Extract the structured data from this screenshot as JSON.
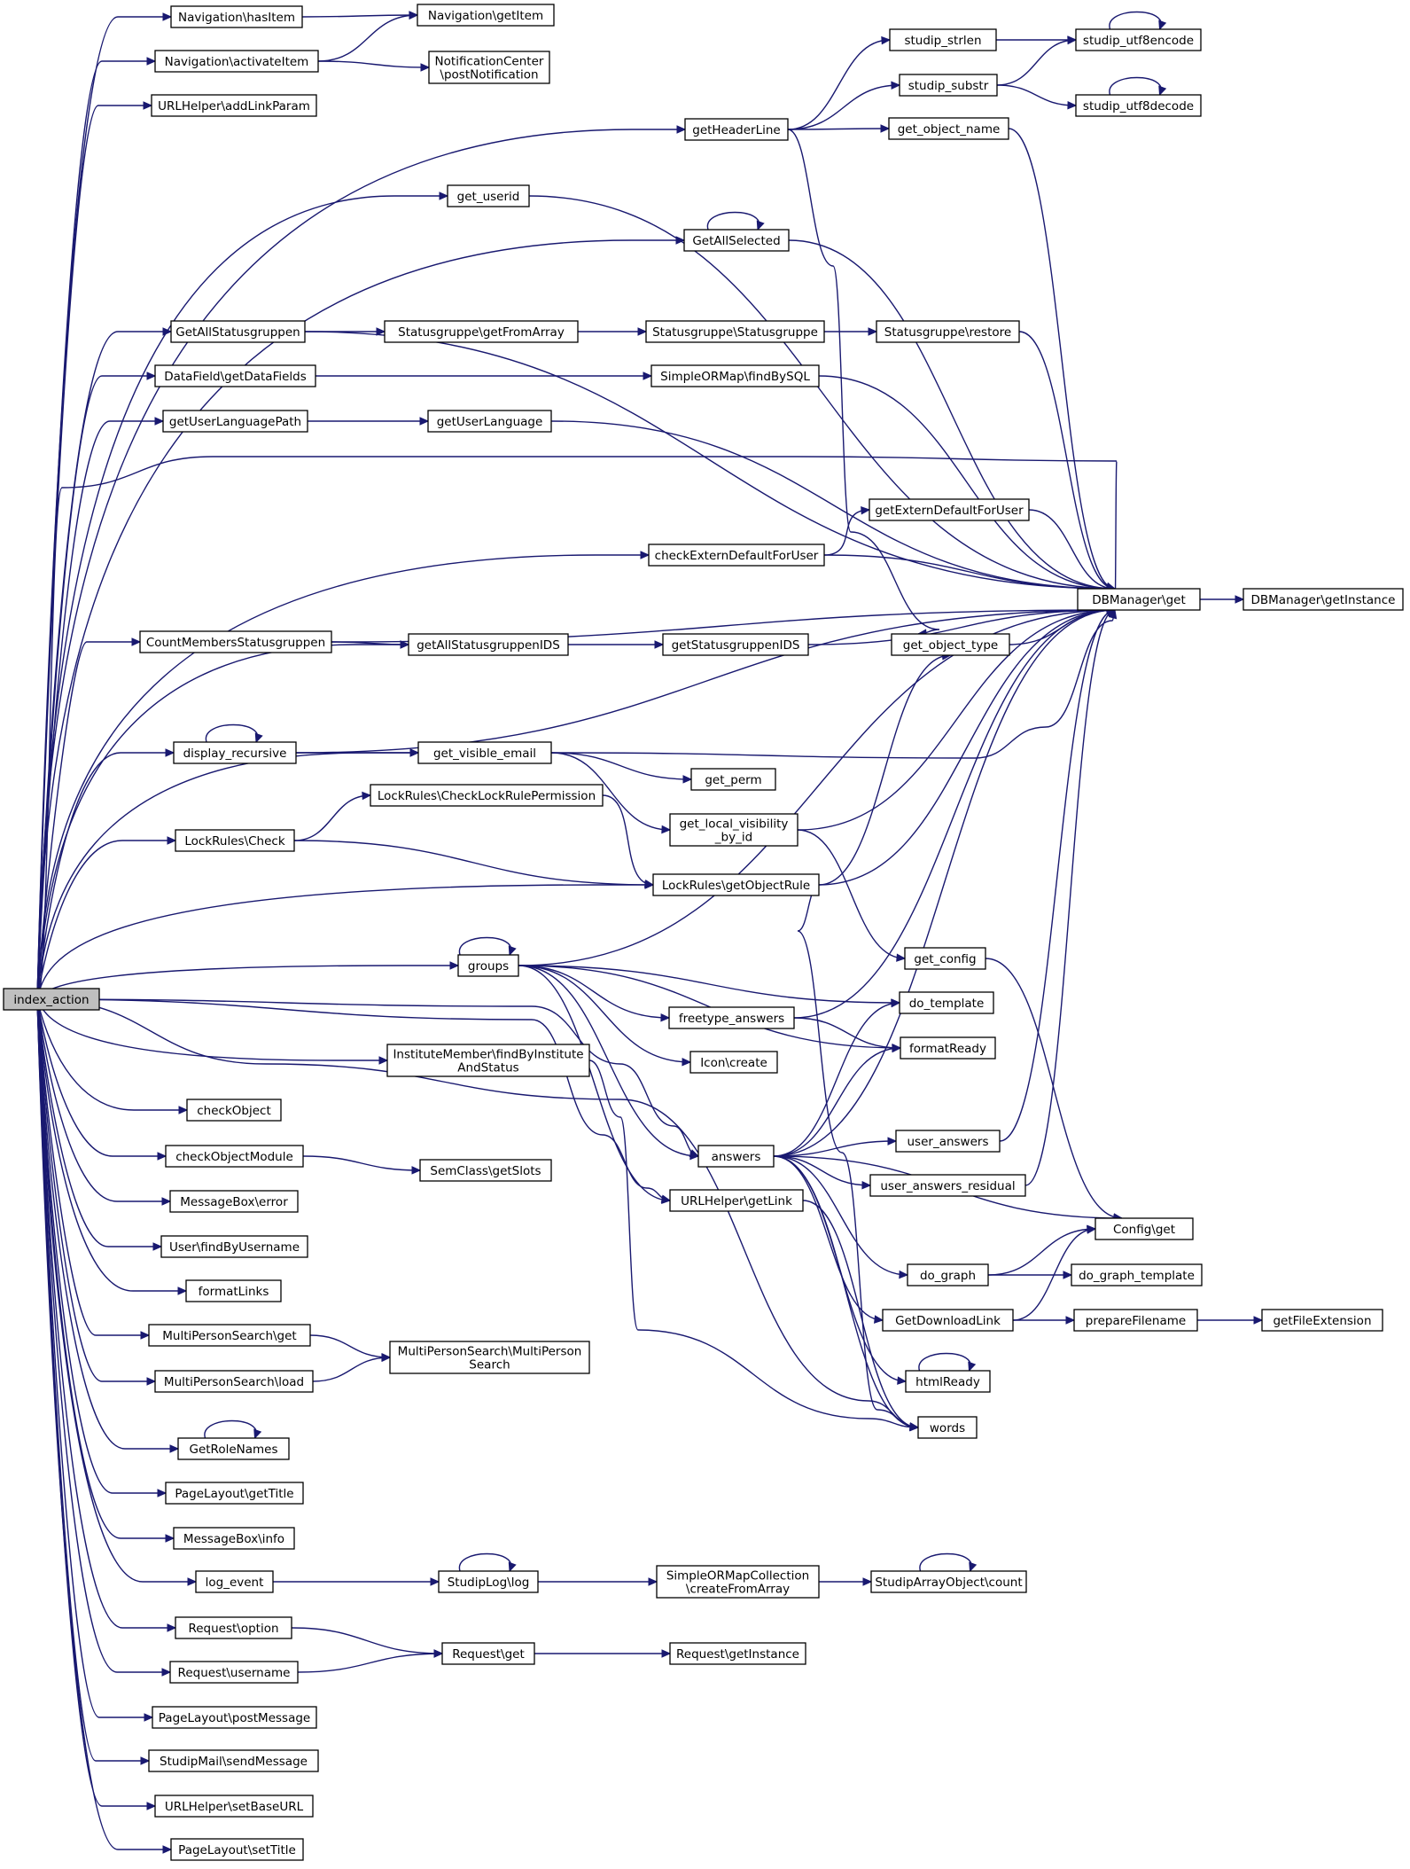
{
  "graph": {
    "root": "index_action",
    "nodes": {
      "index_action": "index_action",
      "nav_hasItem": "Navigation\\hasItem",
      "nav_getItem": "Navigation\\getItem",
      "nav_activateItem": "Navigation\\activateItem",
      "notif_post": [
        "NotificationCenter",
        "\\postNotification"
      ],
      "url_addLinkParam": "URLHelper\\addLinkParam",
      "getHeaderLine": "getHeaderLine",
      "studip_strlen": "studip_strlen",
      "studip_utf8encode": "studip_utf8encode",
      "studip_substr": "studip_substr",
      "studip_utf8decode": "studip_utf8decode",
      "get_object_name": "get_object_name",
      "get_userid": "get_userid",
      "getAllSelected": "GetAllSelected",
      "getAllStatusgruppen": "GetAllStatusgruppen",
      "sg_getFromArray": "Statusgruppe\\getFromArray",
      "sg_statusgruppe": "Statusgruppe\\Statusgruppe",
      "sg_restore": "Statusgruppe\\restore",
      "df_getDataFields": "DataField\\getDataFields",
      "sorm_findBySQL": "SimpleORMap\\findBySQL",
      "getUserLanguagePath": "getUserLanguagePath",
      "getUserLanguage": "getUserLanguage",
      "getExternDefaultForUser": "getExternDefaultForUser",
      "checkExternDefaultForUser": "checkExternDefaultForUser",
      "db_get": "DBManager\\get",
      "db_getInstance": "DBManager\\getInstance",
      "countMembersStatusgruppen": "CountMembersStatusgruppen",
      "getAllStatusgruppenIDS": "getAllStatusgruppenIDS",
      "getStatusgruppenIDS": "getStatusgruppenIDS",
      "get_object_type": "get_object_type",
      "display_recursive": "display_recursive",
      "get_visible_email": "get_visible_email",
      "get_perm": "get_perm",
      "get_local_visibility": [
        "get_local_visibility",
        "_by_id"
      ],
      "lr_checkLockRulePermission": "LockRules\\CheckLockRulePermission",
      "lr_check": "LockRules\\Check",
      "lr_getObjectRule": "LockRules\\getObjectRule",
      "get_config": "get_config",
      "groups": "groups",
      "do_template": "do_template",
      "freetype_answers": "freetype_answers",
      "formatReady": "formatReady",
      "im_find": [
        "InstituteMember\\findByInstitute",
        "AndStatus"
      ],
      "icon_create": "Icon\\create",
      "checkObject": "checkObject",
      "user_answers": "user_answers",
      "answers": "answers",
      "checkObjectModule": "checkObjectModule",
      "sem_getSlots": "SemClass\\getSlots",
      "user_answers_residual": "user_answers_residual",
      "url_getLink": "URLHelper\\getLink",
      "mb_error": "MessageBox\\error",
      "config_get": "Config\\get",
      "user_find": "User\\findByUsername",
      "do_graph": "do_graph",
      "do_graph_template": "do_graph_template",
      "formatLinks": "formatLinks",
      "getDownloadLink": "GetDownloadLink",
      "prepareFilename": "prepareFilename",
      "getFileExtension": "getFileExtension",
      "mps_get": "MultiPersonSearch\\get",
      "mps_mps": [
        "MultiPersonSearch\\MultiPerson",
        "Search"
      ],
      "mps_load": "MultiPersonSearch\\load",
      "htmlReady": "htmlReady",
      "words": "words",
      "getRoleNames": "GetRoleNames",
      "pl_getTitle": "PageLayout\\getTitle",
      "mb_info": "MessageBox\\info",
      "log_event": "log_event",
      "studiplog_log": "StudipLog\\log",
      "sormc_create": [
        "SimpleORMapCollection",
        "\\createFromArray"
      ],
      "sao_count": "StudipArrayObject\\count",
      "req_option": "Request\\option",
      "req_get": "Request\\get",
      "req_getInstance": "Request\\getInstance",
      "req_username": "Request\\username",
      "pl_postMessage": "PageLayout\\postMessage",
      "mail_send": "StudipMail\\sendMessage",
      "url_setBaseURL": "URLHelper\\setBaseURL",
      "pl_setTitle": "PageLayout\\setTitle"
    }
  }
}
